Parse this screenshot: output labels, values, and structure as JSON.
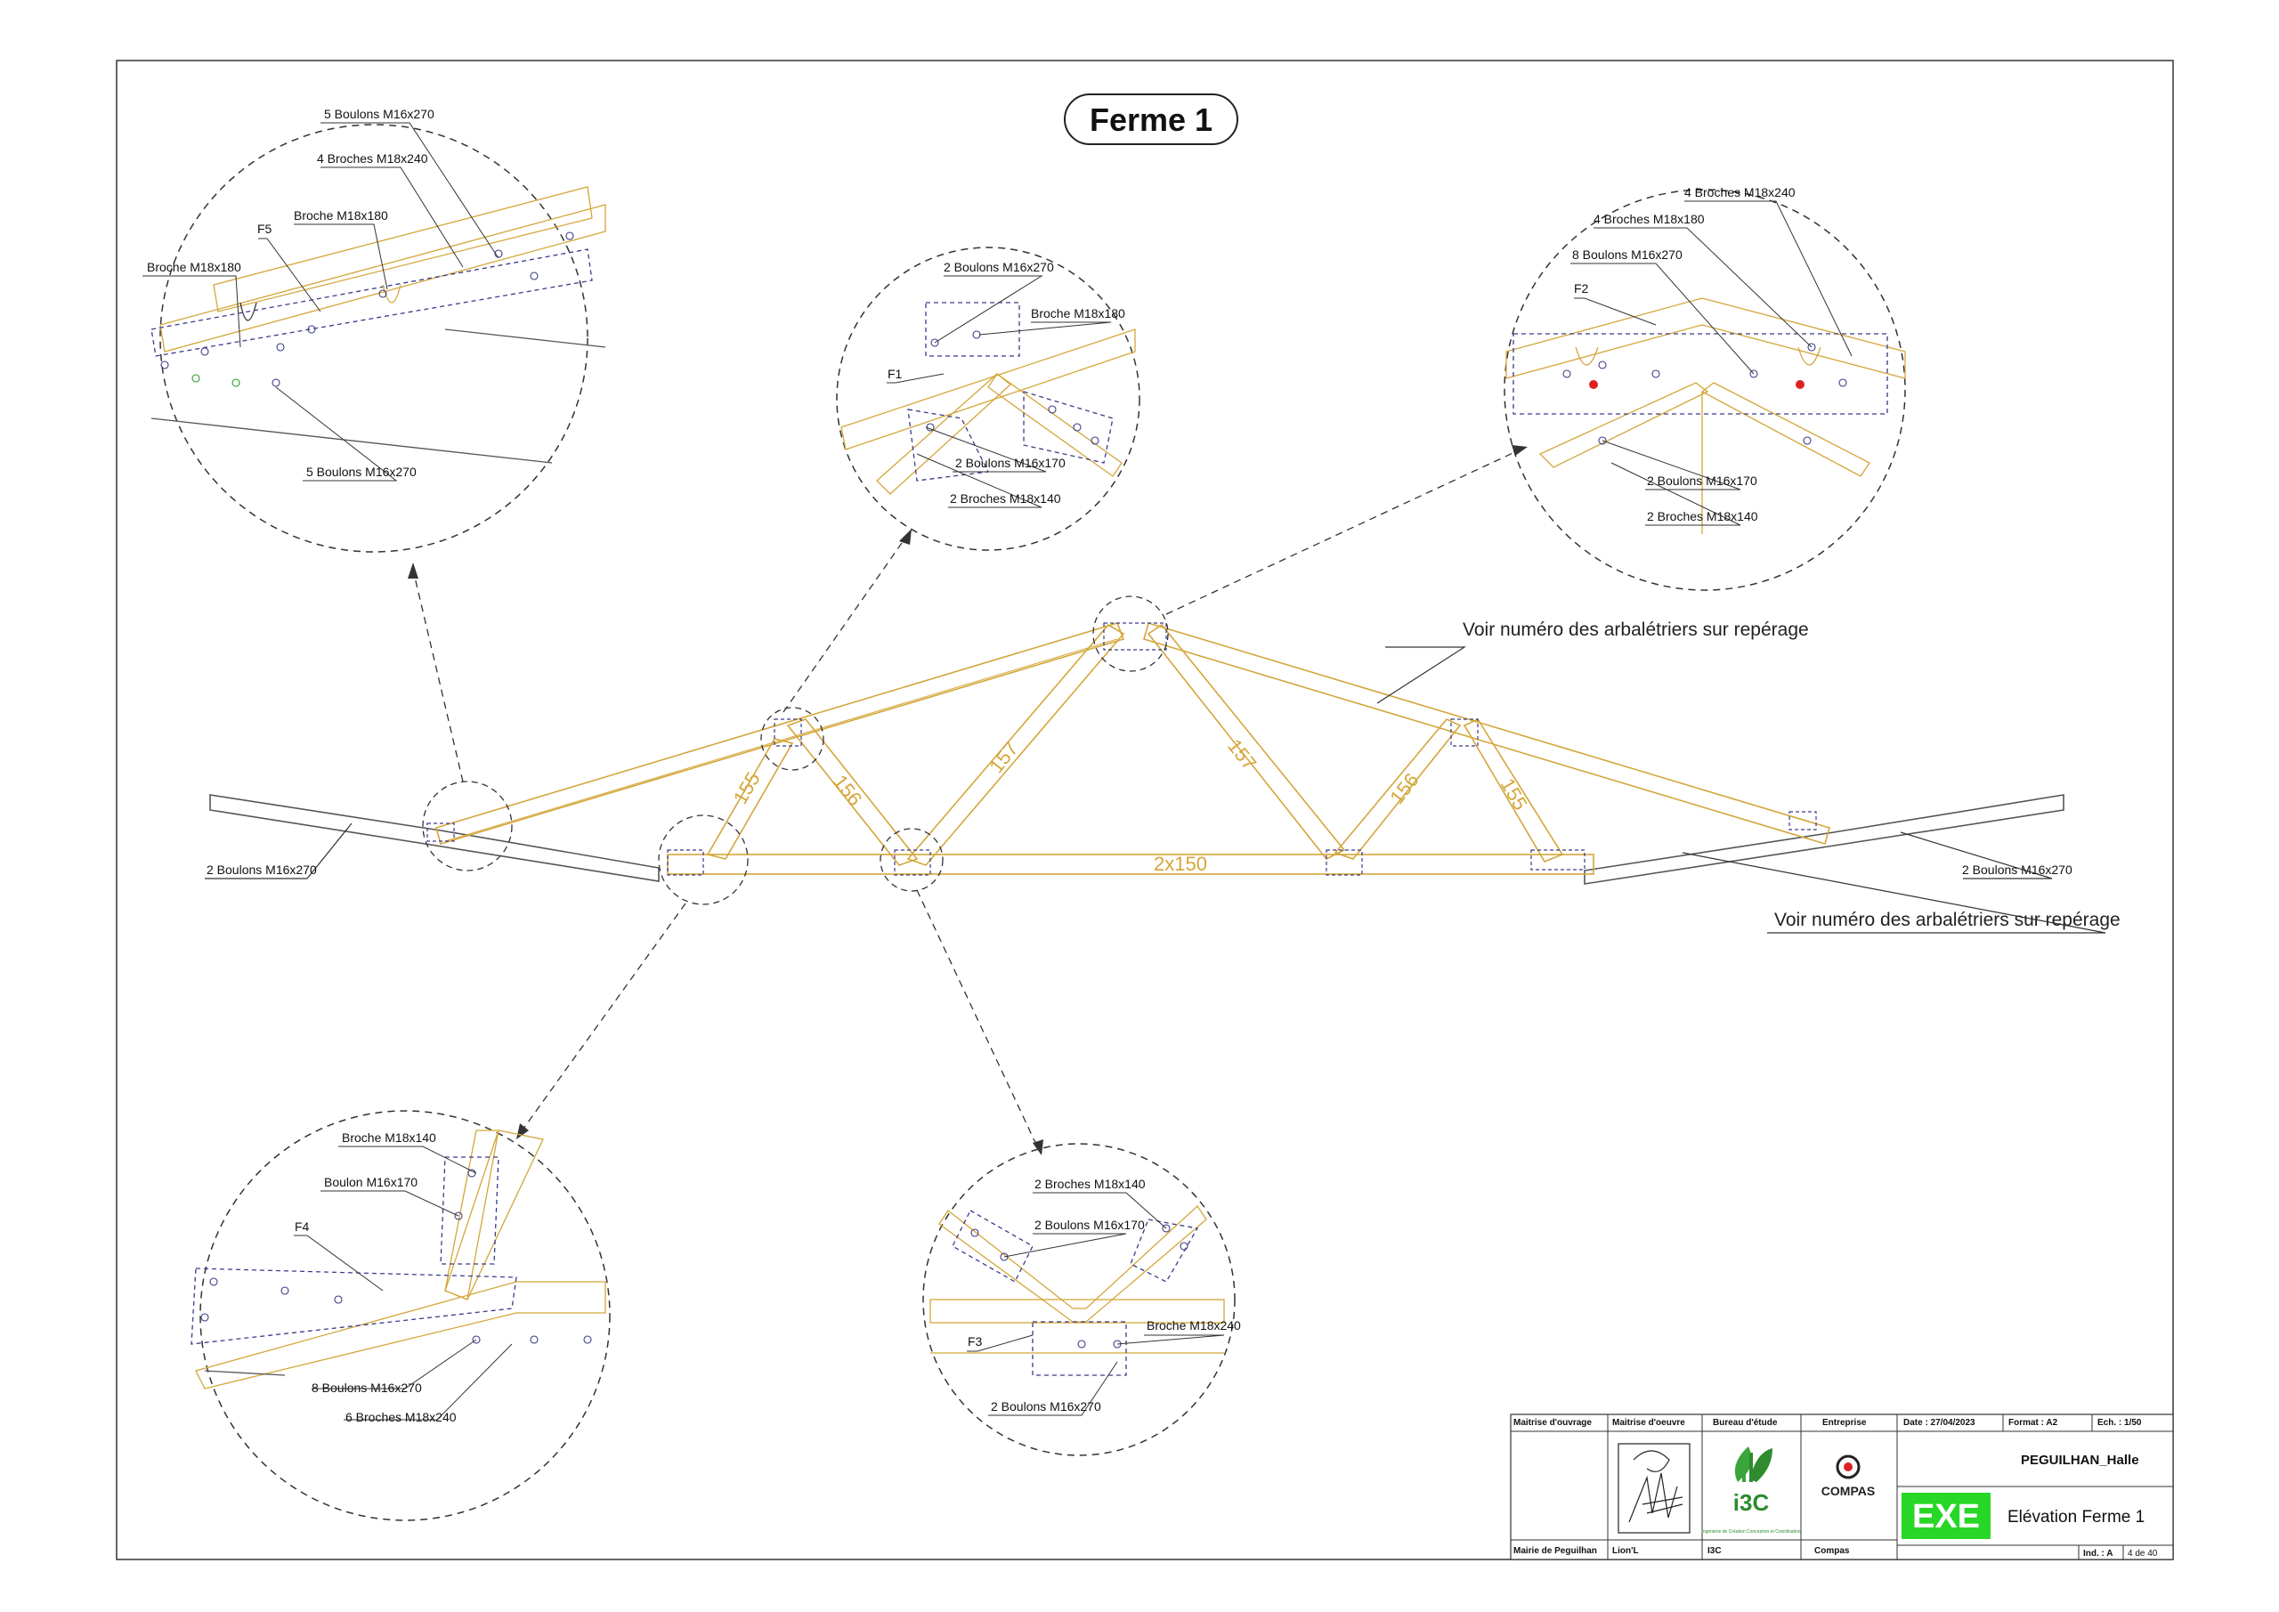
{
  "title": "Ferme 1",
  "notes": {
    "main_upper": "Voir numéro des arbalétriers sur repérage",
    "main_lower": "Voir numéro des arbalétriers sur repérage",
    "left_bolts": "2 Boulons M16x270",
    "right_bolts": "2 Boulons M16x270"
  },
  "members": {
    "m155a": "155",
    "m156a": "156",
    "m157a": "157",
    "m157b": "157",
    "m156b": "156",
    "m155b": "155",
    "tie": "2x150"
  },
  "detail_f5": {
    "l1": "5 Boulons M16x270",
    "l2": "4 Broches M18x240",
    "l3": "Broche M18x180",
    "l4": "F5",
    "l5": "Broche M18x180",
    "l6": "5 Boulons M16x270"
  },
  "detail_f1": {
    "l1": "2 Boulons M16x270",
    "l2": "Broche M18x180",
    "l3": "F1",
    "l4": "2 Boulons M16x170",
    "l5": "2 Broches M18x140"
  },
  "detail_f2": {
    "l1": "4 Broches M18x240",
    "l2": "4 Broches M18x180",
    "l3": "8 Boulons M16x270",
    "l4": "F2",
    "l5": "2 Boulons M16x170",
    "l6": "2 Broches M18x140"
  },
  "detail_f4": {
    "l1": "Broche M18x140",
    "l2": "Boulon M16x170",
    "l3": "F4",
    "l4": "8 Boulons M16x270",
    "l5": "6 Broches M18x240"
  },
  "detail_f3": {
    "l1": "2 Broches M18x140",
    "l2": "2 Boulons M16x170",
    "l3": "F3",
    "l4": "Broche M18x240",
    "l5": "2 Boulons M16x270"
  },
  "title_block": {
    "h1": "Maitrise d'ouvrage",
    "h2": "Maitrise d'oeuvre",
    "h3": "Bureau d'étude",
    "h4": "Entreprise",
    "date": "Date : 27/04/2023",
    "format": "Format : A2",
    "scale": "Ech. : 1/50",
    "project": "PEGUILHAN_Halle",
    "stage": "EXE",
    "drawing": "Elévation Ferme 1",
    "f1": "Mairie de Peguilhan",
    "f2": "Lion'L",
    "f3": "I3C",
    "f4": "Compas",
    "ind": "Ind. :  A",
    "sheet": "4 de 40",
    "logo_i3c": "i3C",
    "logo_i3c_sub": "Ingénierie de Création Conception et Coordination",
    "logo_compas": "COMPAS"
  },
  "colors": {
    "timber": "#d4a63a",
    "steel": "#3a3a8a",
    "line": "#444444",
    "exe_green": "#27d627"
  }
}
